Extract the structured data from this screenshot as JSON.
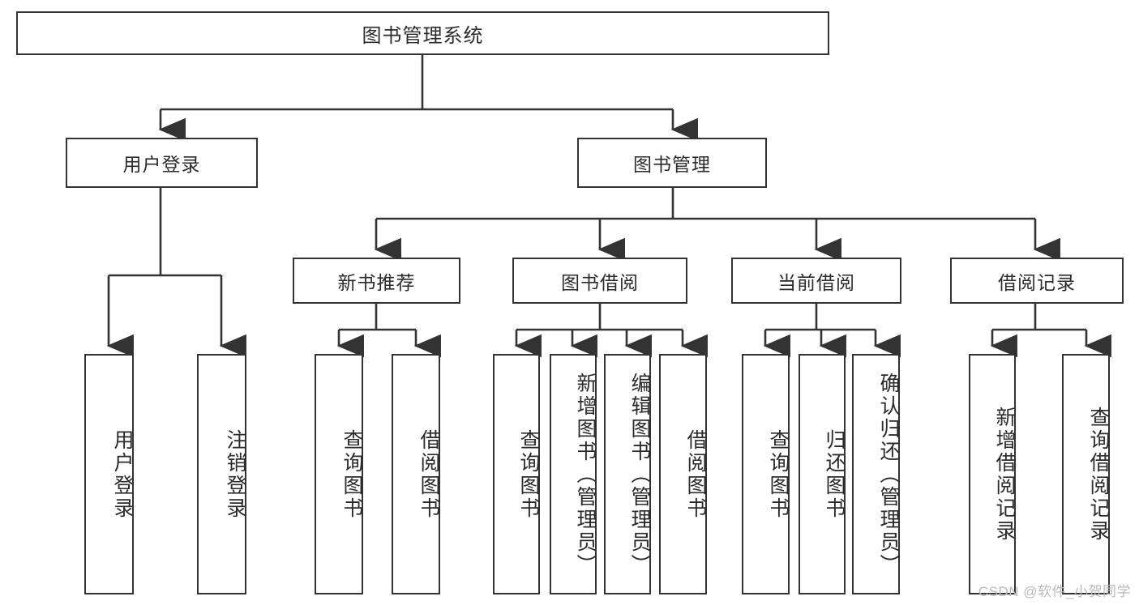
{
  "diagram": {
    "type": "tree",
    "title": "图书管理系统",
    "root": {
      "label": "图书管理系统"
    },
    "level2": [
      {
        "label": "用户登录"
      },
      {
        "label": "图书管理"
      }
    ],
    "level3": [
      {
        "label": "新书推荐"
      },
      {
        "label": "图书借阅"
      },
      {
        "label": "当前借阅"
      },
      {
        "label": "借阅记录"
      }
    ],
    "leaves": {
      "user_login": [
        {
          "label": "用户登录"
        },
        {
          "label": "注销登录"
        }
      ],
      "new_book_recommend": [
        {
          "label": "查询图书"
        },
        {
          "label": "借阅图书"
        }
      ],
      "book_borrow": [
        {
          "label": "查询图书"
        },
        {
          "label": "新增图书（管理员）"
        },
        {
          "label": "编辑图书（管理员）"
        },
        {
          "label": "借阅图书"
        }
      ],
      "current_borrow": [
        {
          "label": "查询图书"
        },
        {
          "label": "归还图书"
        },
        {
          "label": "确认归还（管理员）"
        }
      ],
      "borrow_record": [
        {
          "label": "新增借阅记录"
        },
        {
          "label": "查询借阅记录"
        }
      ]
    }
  },
  "watermark": {
    "text": "CSDN @软件_小贺同学"
  },
  "colors": {
    "stroke": "#333333",
    "box_fill": "#ffffff",
    "text": "#2b2b2b",
    "watermark": "#b9b9b9",
    "background": "#ffffff"
  }
}
